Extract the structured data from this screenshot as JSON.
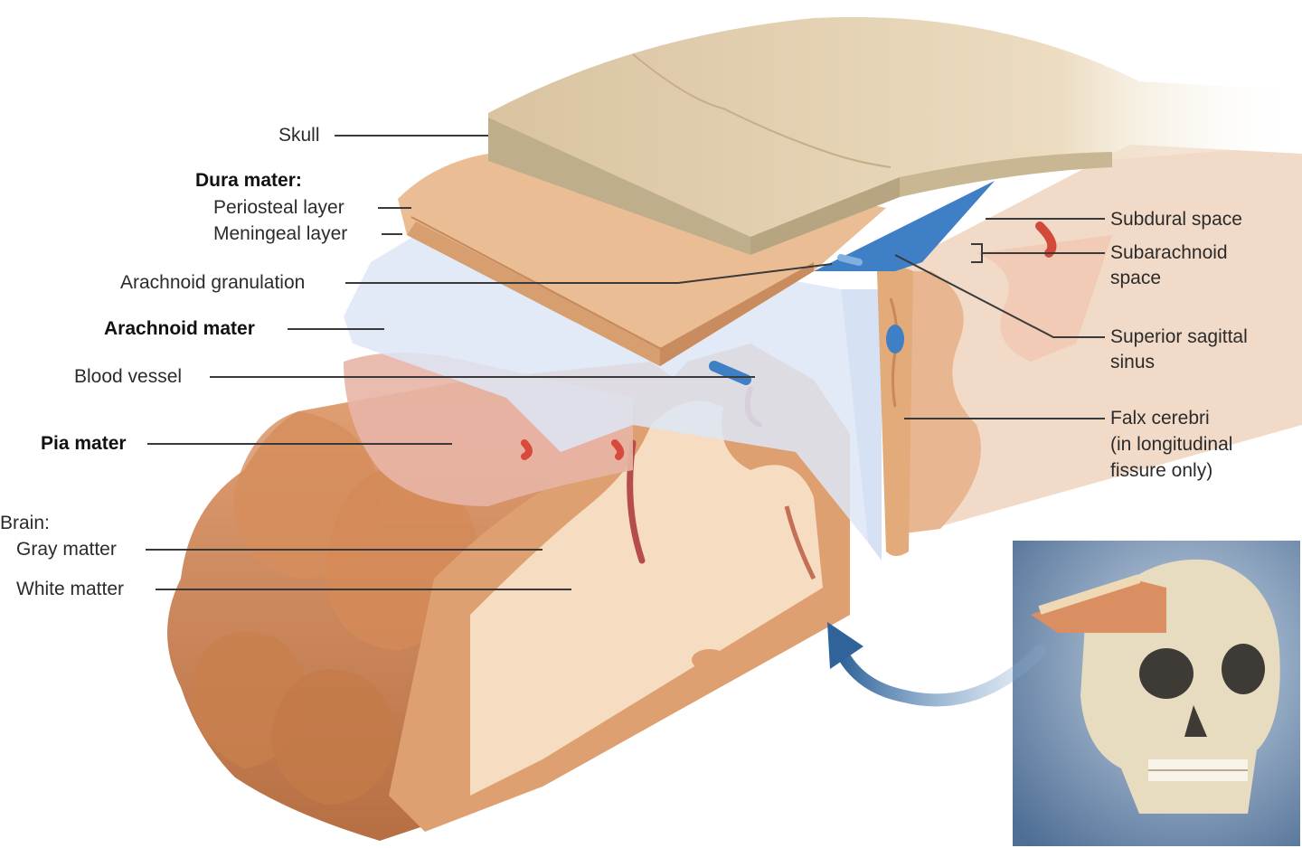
{
  "labels": {
    "skull": "Skull",
    "dura_header": "Dura mater:",
    "periosteal": "Periosteal layer",
    "meningeal": "Meningeal layer",
    "arachnoid_granulation": "Arachnoid granulation",
    "arachnoid_mater": "Arachnoid mater",
    "blood_vessel": "Blood vessel",
    "pia_mater": "Pia mater",
    "brain_header": "Brain:",
    "gray_matter": "Gray matter",
    "white_matter": "White matter",
    "subdural_space": "Subdural space",
    "subarachnoid_1": "Subarachnoid",
    "subarachnoid_2": "space",
    "sss_1": "Superior sagittal",
    "sss_2": "sinus",
    "falx_1": "Falx cerebri",
    "falx_2": "(in longitudinal",
    "falx_3": "fissure only)"
  },
  "colors": {
    "skull": "#e2cfae",
    "skull_spongy": "#bfae8c",
    "dura": "#e8b488",
    "arachnoid": "#dde6f6",
    "pia": "#e7b3a4",
    "gray_matter": "#d99462",
    "white_matter": "#f6dcc0",
    "vein": "#3f7fc6",
    "artery": "#d84a3c",
    "inset_bg": "#6f8fb3",
    "arrow": "#3d6fa3"
  }
}
